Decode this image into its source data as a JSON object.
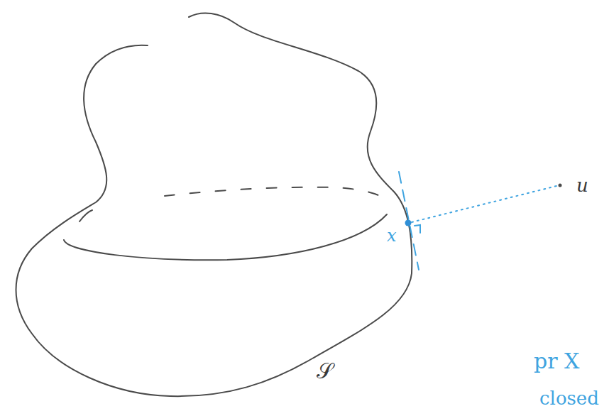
{
  "diagram": {
    "labels": [
      "u",
      "x",
      "𝒮",
      "pr X",
      "closed"
    ]
  }
}
